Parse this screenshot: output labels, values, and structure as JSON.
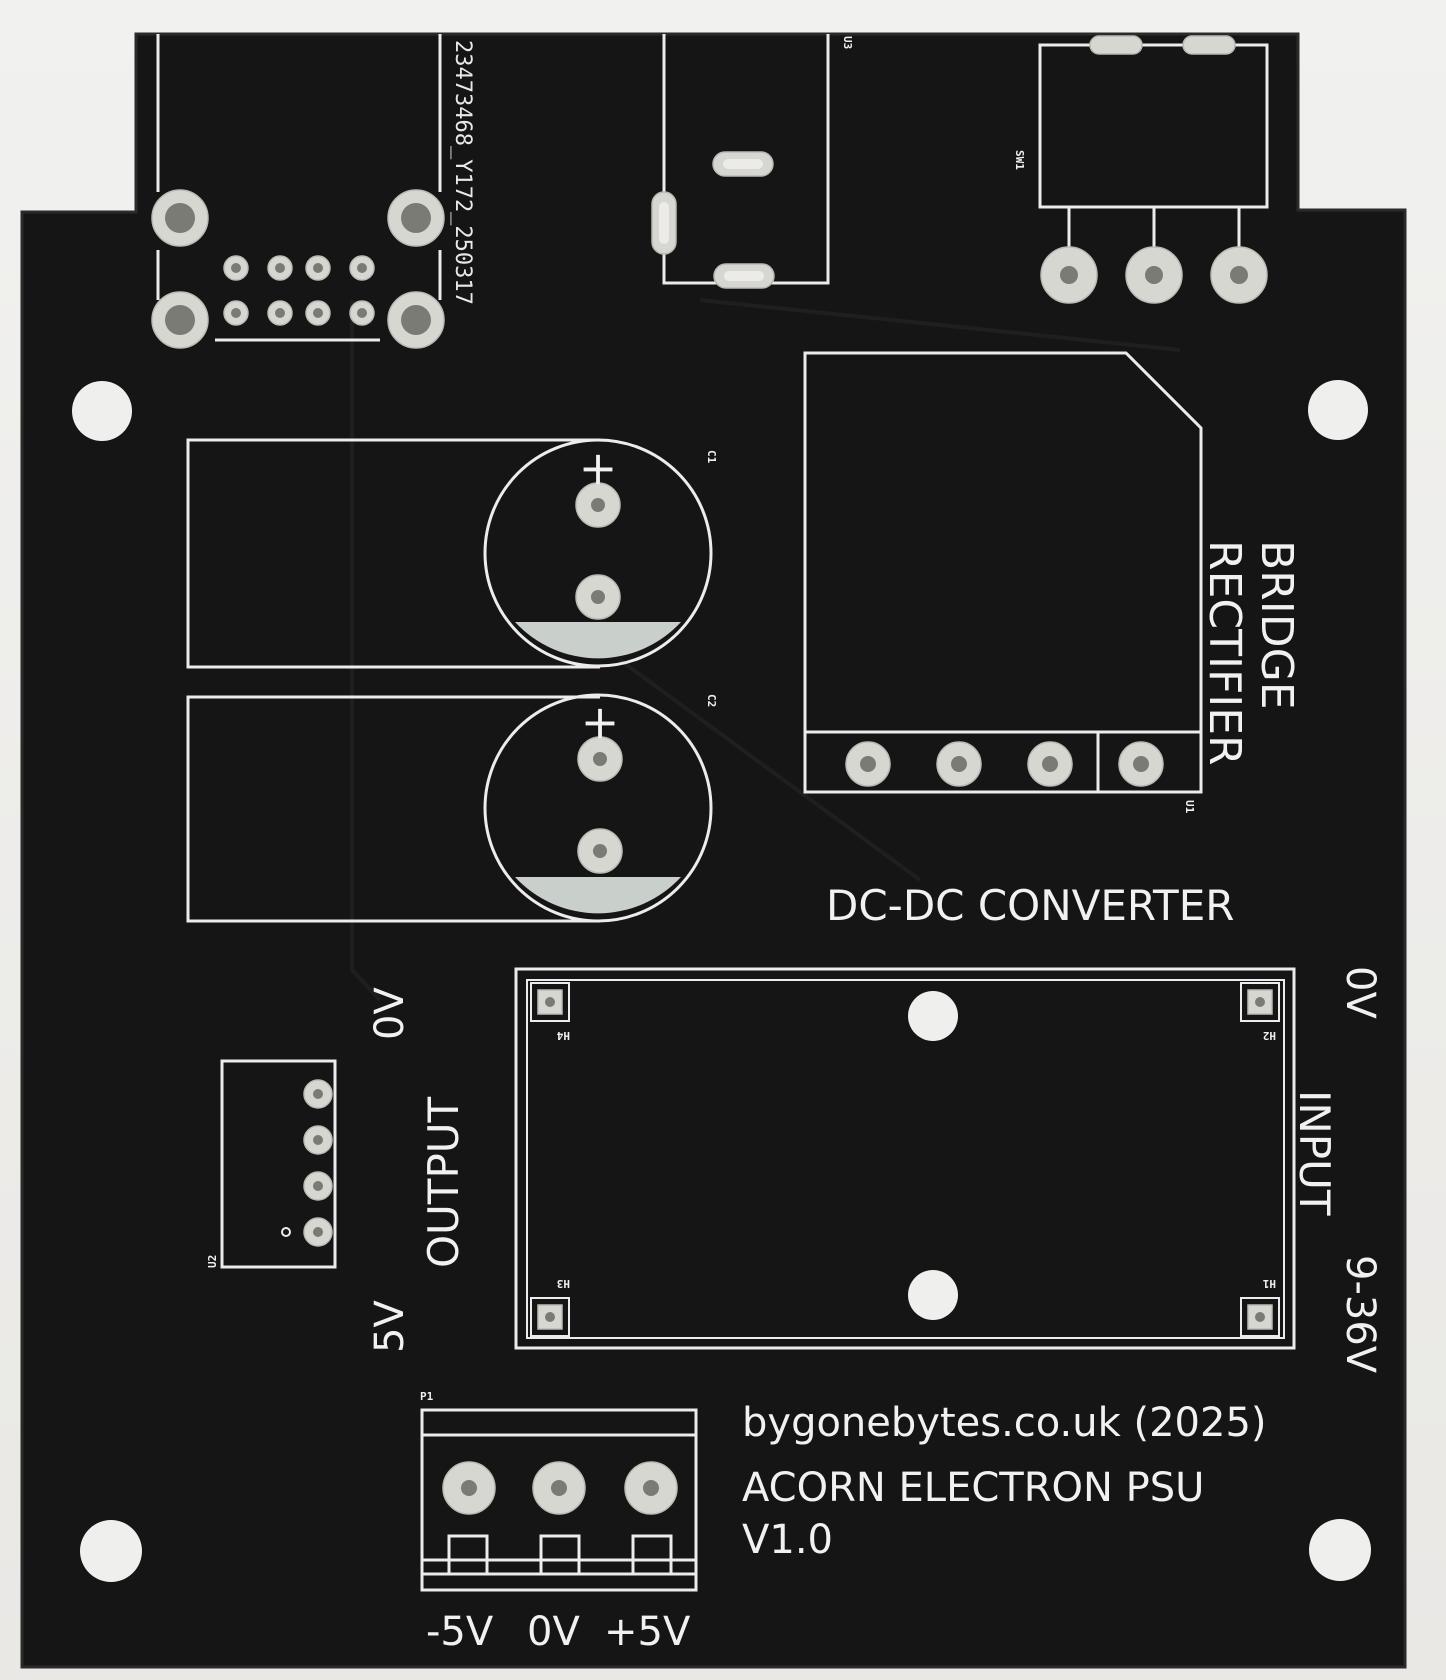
{
  "board": {
    "part_number": "23473468_Y172_250317",
    "title_site": "bygonebytes.co.uk (2025)",
    "title_product": "ACORN ELECTRON PSU",
    "title_version": "V1.0",
    "label_bridge": "BRIDGE",
    "label_rectifier": "RECTIFIER",
    "label_dcdc": "DC-DC CONVERTER",
    "label_output": "OUTPUT",
    "label_input": "INPUT",
    "label_out_0v": "0V",
    "label_out_5v": "5V",
    "label_in_0v": "0V",
    "label_in_range": "9-36V",
    "p1_minus5": "-5V",
    "p1_0v": "0V",
    "p1_plus5": "+5V"
  },
  "refdes": {
    "c1": "C1",
    "c2": "C2",
    "u1": "U1",
    "u2": "U2",
    "u3": "U3",
    "sw1": "SW1",
    "p1": "P1",
    "h1": "H1",
    "h2": "H2",
    "h3": "H3",
    "h4": "H4",
    "plus": "+"
  },
  "colors": {
    "solder_mask": "#141414",
    "silkscreen": "#ececec",
    "pad_finish": "#d7d7d2",
    "background": "#ecebe8"
  }
}
